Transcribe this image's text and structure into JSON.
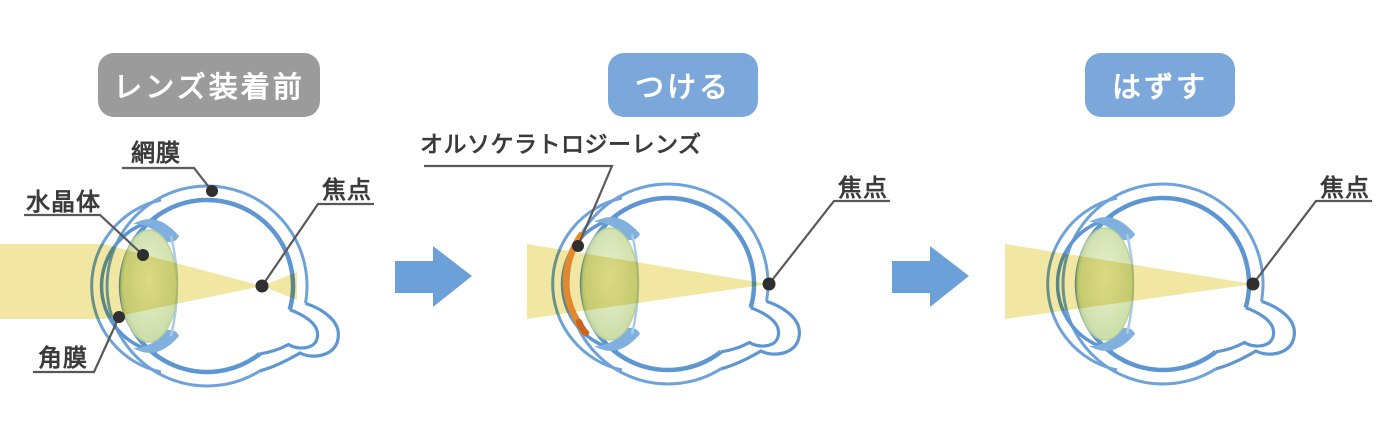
{
  "panels": [
    {
      "id": "before",
      "badge": {
        "label": "レンズ装着前",
        "color": "#9b9b9b",
        "text_color": "#ffffff"
      },
      "labels": {
        "retina": "網膜",
        "crystalline_lens": "水晶体",
        "cornea": "角膜",
        "focal_point": "焦点"
      }
    },
    {
      "id": "lens-on",
      "badge": {
        "label": "つける",
        "color": "#7ca7db",
        "text_color": "#ffffff"
      },
      "labels": {
        "ortho_lens": "オルソケラトロジーレンズ",
        "focal_point": "焦点"
      }
    },
    {
      "id": "lens-off",
      "badge": {
        "label": "はずす",
        "color": "#7ca7db",
        "text_color": "#ffffff"
      },
      "labels": {
        "focal_point": "焦点"
      }
    }
  ],
  "colors": {
    "eye_outline": "#6fa2d8",
    "eye_inner_wall": "#5e96d2",
    "iris_blue": "#7fb0de",
    "lens_green": "#cadda2",
    "beam": "#f2e6a3",
    "ortho_lens": "#e2892b",
    "ortho_lens_tip": "#c9651e",
    "arrow": "#6ca0d8",
    "badge_gray": "#9b9b9b",
    "badge_blue": "#7ca7db",
    "leader_line": "#595959",
    "marker_dot": "#2f2f2f"
  }
}
